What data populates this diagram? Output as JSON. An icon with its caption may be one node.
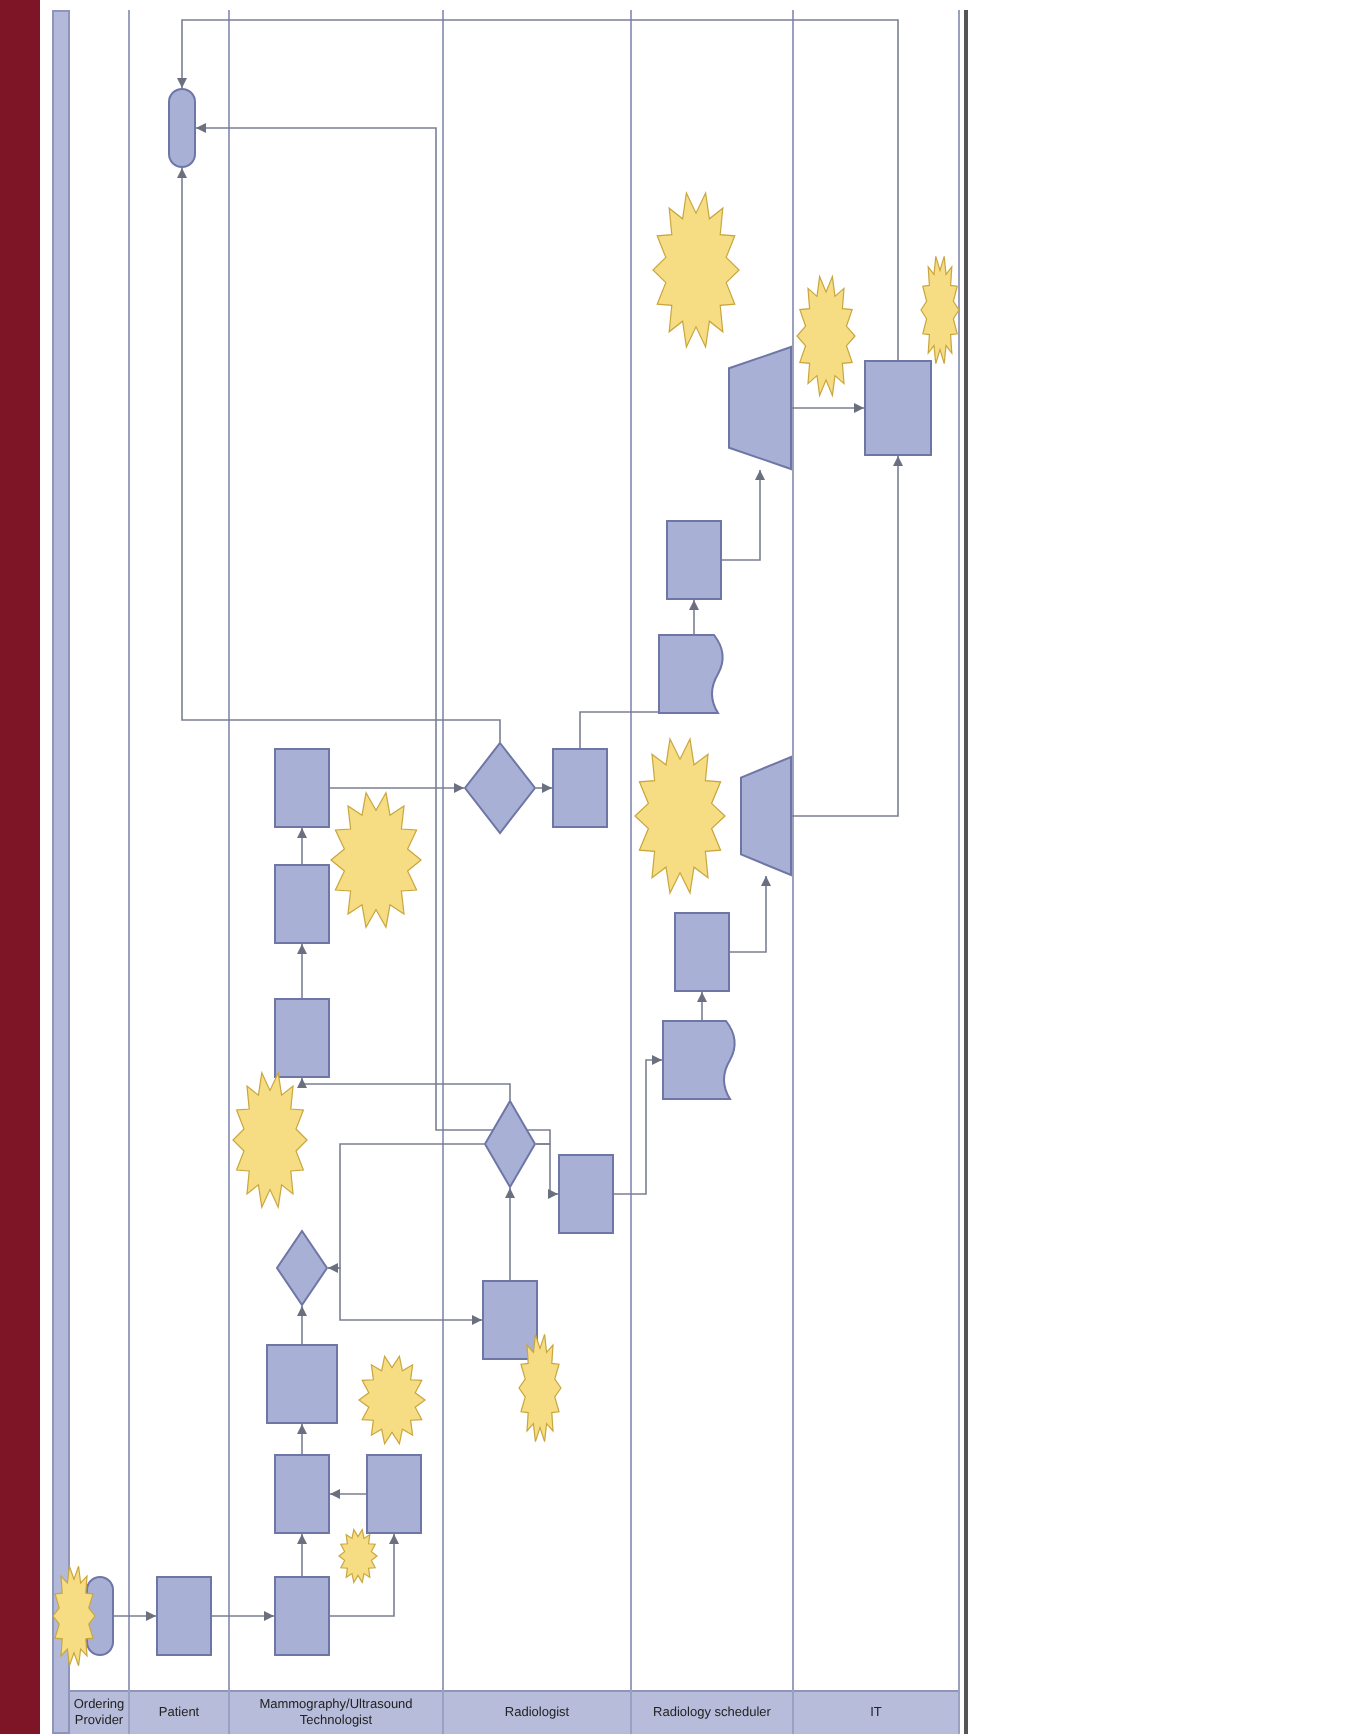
{
  "diagram": {
    "nodes": [
      {
        "text": [
          "Ordering Provider"
        ]
      },
      {
        "text": [
          "Patient"
        ]
      },
      {
        "text": [
          "Mammography/Ultrasound Technologist"
        ]
      },
      {
        "text": [
          "Radiologist"
        ]
      },
      {
        "text": [
          "Radiology scheduler"
        ]
      },
      {
        "text": [
          "IT"
        ]
      },
      {
        "text": [],
        "shape": "pill",
        "in": 1
      },
      {
        "text": [],
        "shape": "burst",
        "in": 4
      },
      {
        "text": [],
        "shape": "burst",
        "in": 5
      },
      {
        "text": [],
        "shape": "burst",
        "in": 5
      },
      {
        "text": [],
        "shape": "trapezoid",
        "in": 4
      },
      {
        "text": [],
        "shape": "box",
        "in": 5
      },
      {
        "text": [],
        "shape": "box",
        "in": 4
      },
      {
        "text": [],
        "shape": "document",
        "in": 4
      },
      {
        "text": [],
        "shape": "box",
        "in": 2
      },
      {
        "text": [],
        "shape": "diamond",
        "in": 3
      },
      {
        "text": [],
        "shape": "box",
        "in": 3
      },
      {
        "text": [],
        "shape": "burst",
        "in": 4
      },
      {
        "text": [],
        "shape": "trapezoid",
        "in": 4
      },
      {
        "text": [],
        "shape": "burst",
        "in": 2
      },
      {
        "text": [],
        "shape": "box",
        "in": 2
      },
      {
        "text": [],
        "shape": "box",
        "in": 4
      },
      {
        "text": [],
        "shape": "box",
        "in": 2
      },
      {
        "text": [],
        "shape": "document",
        "in": 4
      },
      {
        "text": [],
        "shape": "burst",
        "in": 2
      },
      {
        "text": [],
        "shape": "diamond",
        "in": 3
      },
      {
        "text": [],
        "shape": "box",
        "in": 3
      },
      {
        "text": [],
        "shape": "diamond",
        "in": 2
      },
      {
        "text": [],
        "shape": "box",
        "in": 3
      },
      {
        "text": [],
        "shape": "box",
        "in": 2
      },
      {
        "text": [],
        "shape": "burst",
        "in": 3
      },
      {
        "text": [],
        "shape": "burst",
        "in": 2
      },
      {
        "text": [],
        "shape": "box",
        "in": 2
      },
      {
        "text": [],
        "shape": "box",
        "in": 2
      },
      {
        "text": [],
        "shape": "burst",
        "in": 2
      },
      {
        "text": [],
        "shape": "burst"
      },
      {
        "text": [],
        "shape": "pill",
        "in": 0
      },
      {
        "text": [],
        "shape": "box",
        "in": 1
      },
      {
        "text": [],
        "shape": "box",
        "in": 2
      },
      {
        "text": [],
        "shape": "bar"
      }
    ],
    "edges": [
      {
        "from": 36,
        "to": 37,
        "arrow": "to"
      },
      {
        "from": 37,
        "to": 38,
        "arrow": "to"
      },
      {
        "from": 38,
        "to": 32,
        "arrow": "to"
      },
      {
        "from": 38,
        "to": 33,
        "arrow": "to"
      },
      {
        "from": 33,
        "to": 32,
        "arrow": "to"
      },
      {
        "from": 32,
        "to": 29,
        "arrow": "to"
      },
      {
        "from": 29,
        "to": 27,
        "arrow": "to"
      },
      {
        "from": 27,
        "to": 28,
        "arrow": "to"
      },
      {
        "from": 28,
        "to": 25,
        "arrow": "to"
      },
      {
        "from": 25,
        "to": 27,
        "arrow": "to"
      },
      {
        "from": 25,
        "to": 26,
        "arrow": "to"
      },
      {
        "from": 25,
        "to": 22,
        "arrow": "to"
      },
      {
        "from": 22,
        "to": 20,
        "arrow": "to"
      },
      {
        "from": 20,
        "to": 14,
        "arrow": "to"
      },
      {
        "from": 14,
        "to": 15,
        "arrow": "to"
      },
      {
        "from": 15,
        "to": 16,
        "arrow": "to"
      },
      {
        "from": 15,
        "to": 6,
        "arrow": "to"
      },
      {
        "from": 26,
        "to": 23,
        "arrow": "to"
      },
      {
        "from": 23,
        "to": 21,
        "arrow": "to"
      },
      {
        "from": 21,
        "to": 18,
        "arrow": "to"
      },
      {
        "from": 18,
        "to": 11,
        "arrow": "to"
      },
      {
        "from": 16,
        "to": 13,
        "arrow": "to"
      },
      {
        "from": 13,
        "to": 12,
        "arrow": "to"
      },
      {
        "from": 12,
        "to": 10,
        "arrow": "to"
      },
      {
        "from": 10,
        "to": 11,
        "arrow": "to"
      },
      {
        "from": 11,
        "to": 6,
        "arrow": "to"
      },
      {
        "from": 25,
        "to": 6,
        "arrow": "to"
      }
    ]
  }
}
